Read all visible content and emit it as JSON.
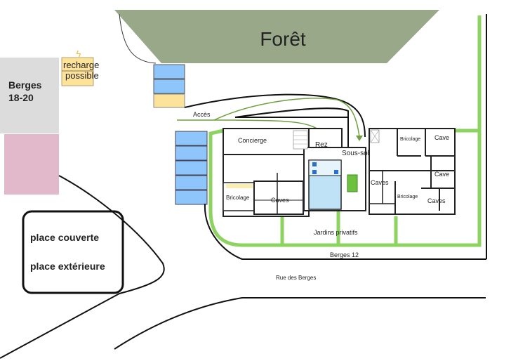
{
  "map": {
    "forest": {
      "label": "Forêt",
      "color": "#9aa88a"
    },
    "neighbor_building": {
      "label_line1": "Berges",
      "label_line2": "18-20",
      "color": "#dcdcdc"
    },
    "pink_zone": {
      "color": "#e2b9cb"
    },
    "charging": {
      "label_line1": "recharge",
      "label_line2": "possible",
      "icon": "lightning-icon",
      "color": "#fde29a"
    },
    "access": {
      "label": "Accès",
      "color": "#6ea03f"
    },
    "legend": {
      "covered": {
        "label": "place couverte",
        "color": "#2a3fd0"
      },
      "outdoor": {
        "label": "place extérieure",
        "color": "#f8d78a"
      }
    },
    "parking_colors": {
      "covered": "#8ec5fa",
      "outdoor": "#fde29a"
    },
    "garden_color": "#8dd35f",
    "levels": {
      "rez": "Rez",
      "sous_sol": "Sous-sol"
    },
    "rooms": {
      "concierge": "Concierge",
      "bricolage_left": "Bricolage",
      "caves_left": "Caves",
      "caves_center": "Caves",
      "bricolage_top": "Bricolage",
      "cave_top": "Cave",
      "cave_right": "Cave",
      "bricolage_bottom": "Bricolage",
      "caves_right": "Caves"
    },
    "gardens": "Jardins privatifs",
    "building_label": "Berges 12",
    "street": "Rue des Berges"
  }
}
